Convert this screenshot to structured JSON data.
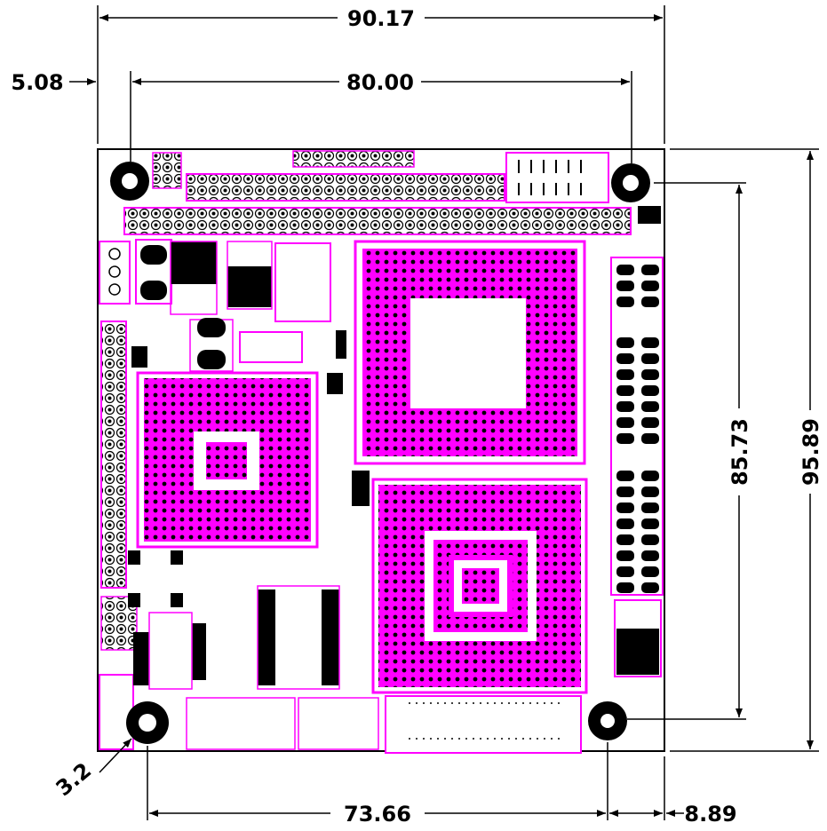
{
  "dimensions": {
    "overall_width": "90.17",
    "hole_spacing_x": "80.00",
    "hole_offset_left": "5.08",
    "hole_spacing_y": "85.73",
    "overall_height": "95.89",
    "hole_diameter": "3.2",
    "bottom_hole_spacing": "73.66",
    "bottom_hole_offset_right": "8.89"
  },
  "colors": {
    "silkscreen": "#ff00ff",
    "pad": "#000000",
    "dimension_line": "#000000",
    "background": "#ffffff"
  }
}
